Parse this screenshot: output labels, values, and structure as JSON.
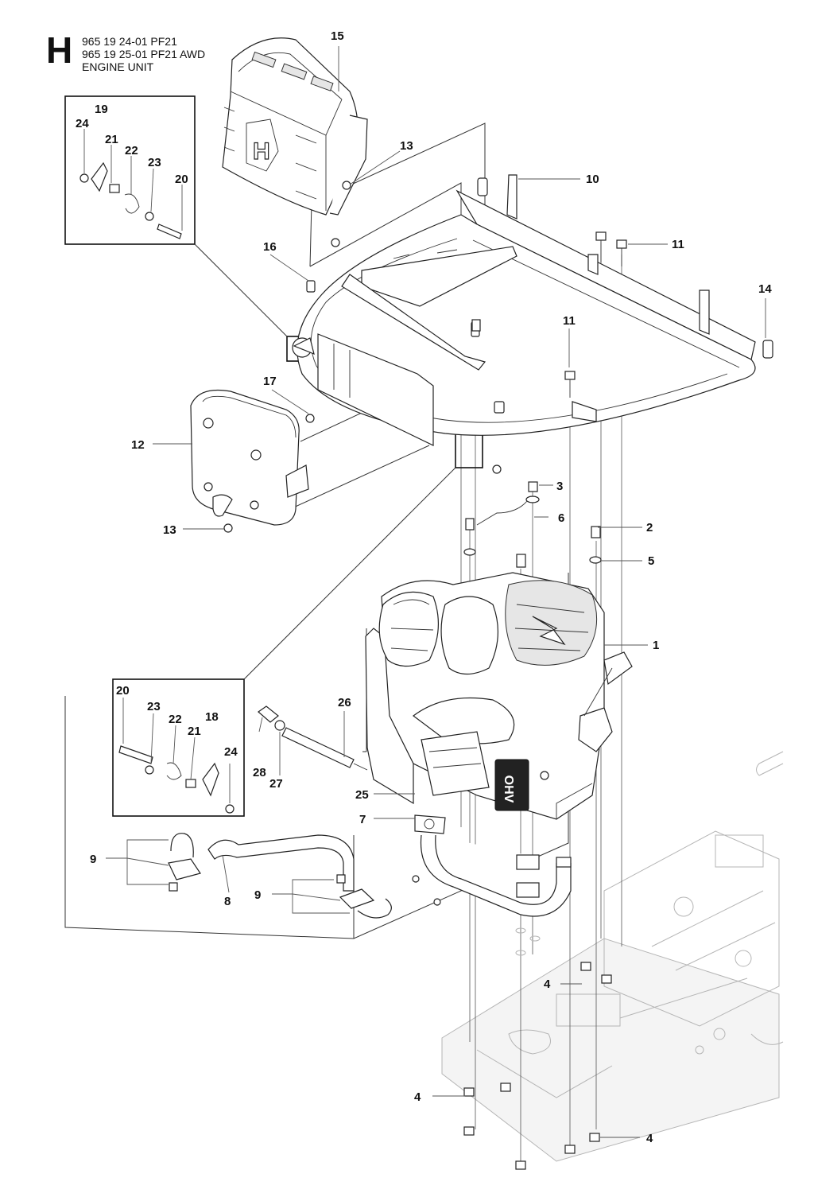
{
  "header": {
    "section_letter": "H",
    "lines": [
      "965 19 24-01 PF21",
      "965 19 25-01 PF21 AWD",
      "ENGINE UNIT"
    ]
  },
  "engine_label": "OHV",
  "callouts": [
    {
      "id": "c15",
      "text": "15"
    },
    {
      "id": "c13a",
      "text": "13"
    },
    {
      "id": "c10",
      "text": "10"
    },
    {
      "id": "c11a",
      "text": "11"
    },
    {
      "id": "c14",
      "text": "14"
    },
    {
      "id": "c16",
      "text": "16"
    },
    {
      "id": "c11b",
      "text": "11"
    },
    {
      "id": "c17",
      "text": "17"
    },
    {
      "id": "c12",
      "text": "12"
    },
    {
      "id": "c13b",
      "text": "13"
    },
    {
      "id": "c3",
      "text": "3"
    },
    {
      "id": "c6",
      "text": "6"
    },
    {
      "id": "c2",
      "text": "2"
    },
    {
      "id": "c5",
      "text": "5"
    },
    {
      "id": "c1",
      "text": "1"
    },
    {
      "id": "c26",
      "text": "26"
    },
    {
      "id": "c28",
      "text": "28"
    },
    {
      "id": "c27",
      "text": "27"
    },
    {
      "id": "c25",
      "text": "25"
    },
    {
      "id": "c7",
      "text": "7"
    },
    {
      "id": "c9a",
      "text": "9"
    },
    {
      "id": "c8",
      "text": "8"
    },
    {
      "id": "c9b",
      "text": "9"
    },
    {
      "id": "c4a",
      "text": "4"
    },
    {
      "id": "c4b",
      "text": "4"
    },
    {
      "id": "c4c",
      "text": "4"
    },
    {
      "id": "p1-24",
      "text": "24"
    },
    {
      "id": "p1-19",
      "text": "19"
    },
    {
      "id": "p1-21",
      "text": "21"
    },
    {
      "id": "p1-22",
      "text": "22"
    },
    {
      "id": "p1-23",
      "text": "23"
    },
    {
      "id": "p1-20",
      "text": "20"
    },
    {
      "id": "p2-20",
      "text": "20"
    },
    {
      "id": "p2-23",
      "text": "23"
    },
    {
      "id": "p2-22",
      "text": "22"
    },
    {
      "id": "p2-21",
      "text": "21"
    },
    {
      "id": "p2-18",
      "text": "18"
    },
    {
      "id": "p2-24",
      "text": "24"
    }
  ]
}
